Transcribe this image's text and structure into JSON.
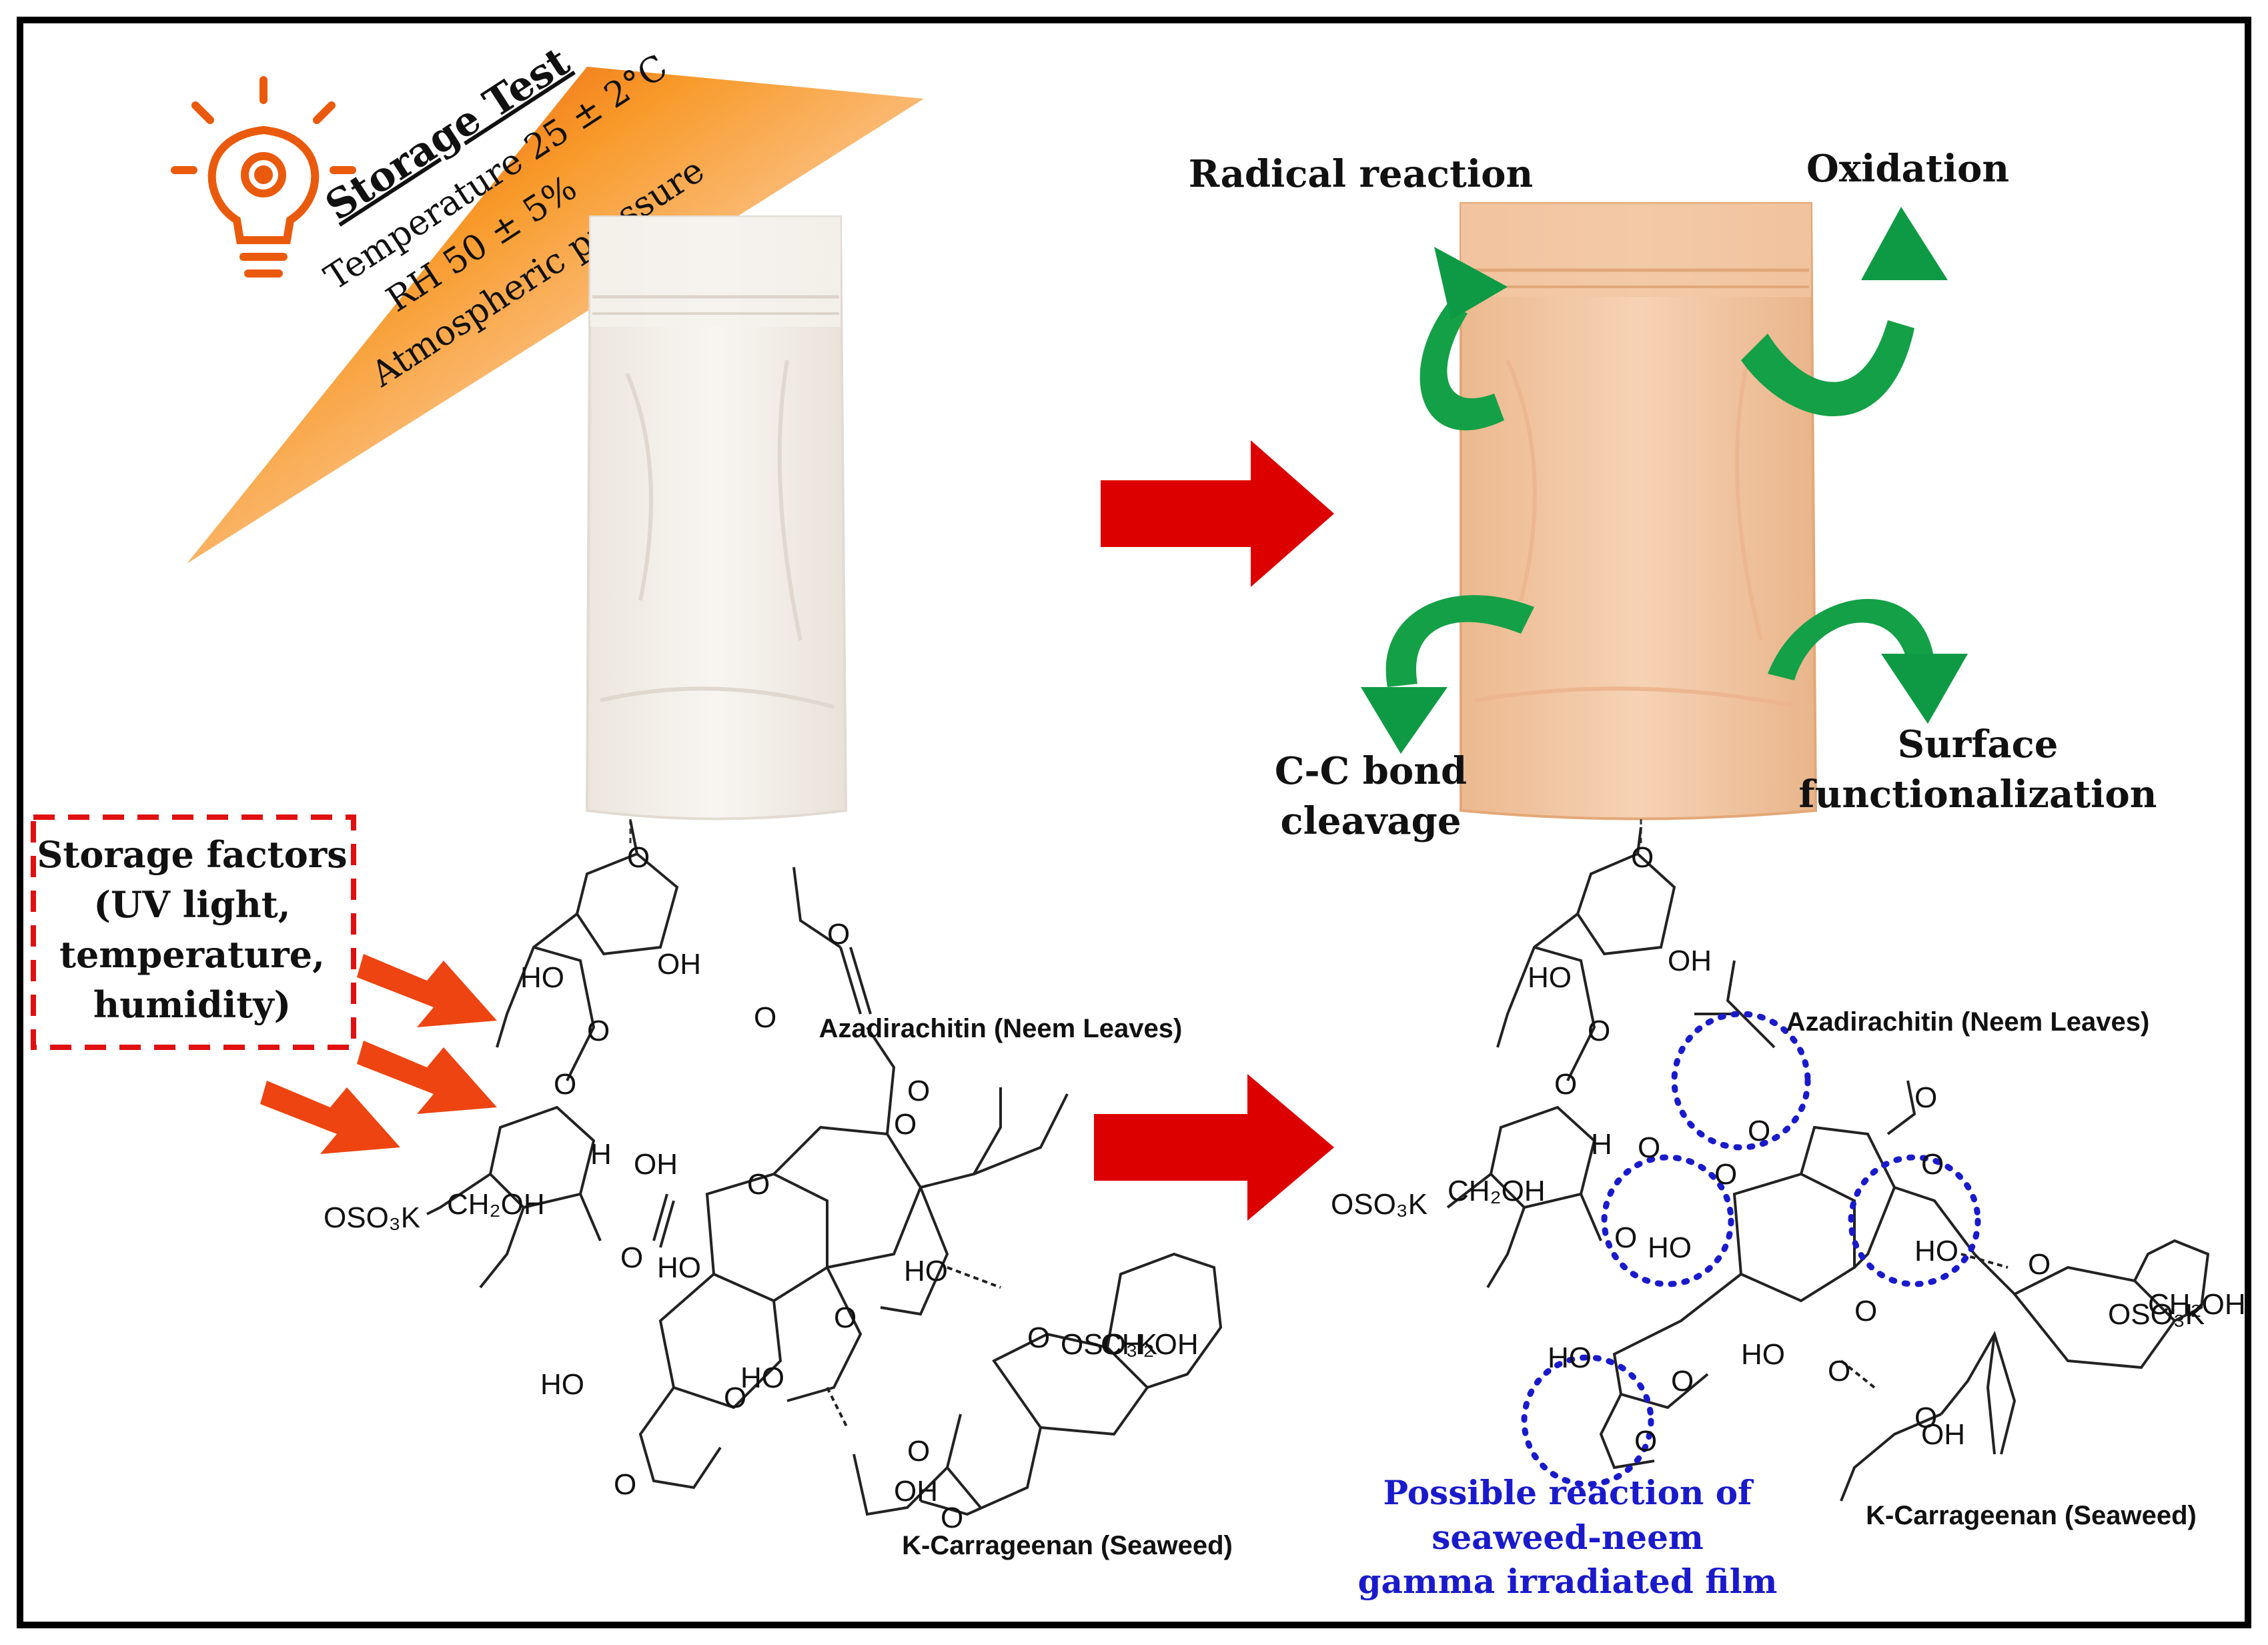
{
  "storage_test": {
    "heading": "Storage Test",
    "line1": "Temperature 25 ± 2°C",
    "line2": "RH 50 ± 5%",
    "line3": "Atmospheric pressure"
  },
  "storage_factors": {
    "line1": "Storage factors",
    "line2": "(UV light,",
    "line3": "temperature,",
    "line4": "humidity)"
  },
  "degradation": {
    "radical": "Radical reaction",
    "oxidation": "Oxidation",
    "cc_line1": "C-C bond",
    "cc_line2": "cleavage",
    "surface_line1": "Surface",
    "surface_line2": "functionalization"
  },
  "molecules": {
    "azadirachtin": "Azadirachitin (Neem Leaves)",
    "carrageenan": "K-Carrageenan (Seaweed)"
  },
  "reaction_note": {
    "line1": "Possible  reaction of",
    "line2": "seaweed-neem",
    "line3": "gamma irradiated film"
  },
  "atoms": {
    "HO": "HO",
    "OH": "OH",
    "O": "O",
    "H": "H",
    "OSO3K": "OSO₃K",
    "CH2OH": "CH₂OH"
  },
  "colors": {
    "red_arrow": "#dd0000",
    "green_arrow": "#1aa84a",
    "orange_arrow": "#ee4411",
    "note_blue": "#1a1acc",
    "bag_aged": "#f3c9a6"
  }
}
